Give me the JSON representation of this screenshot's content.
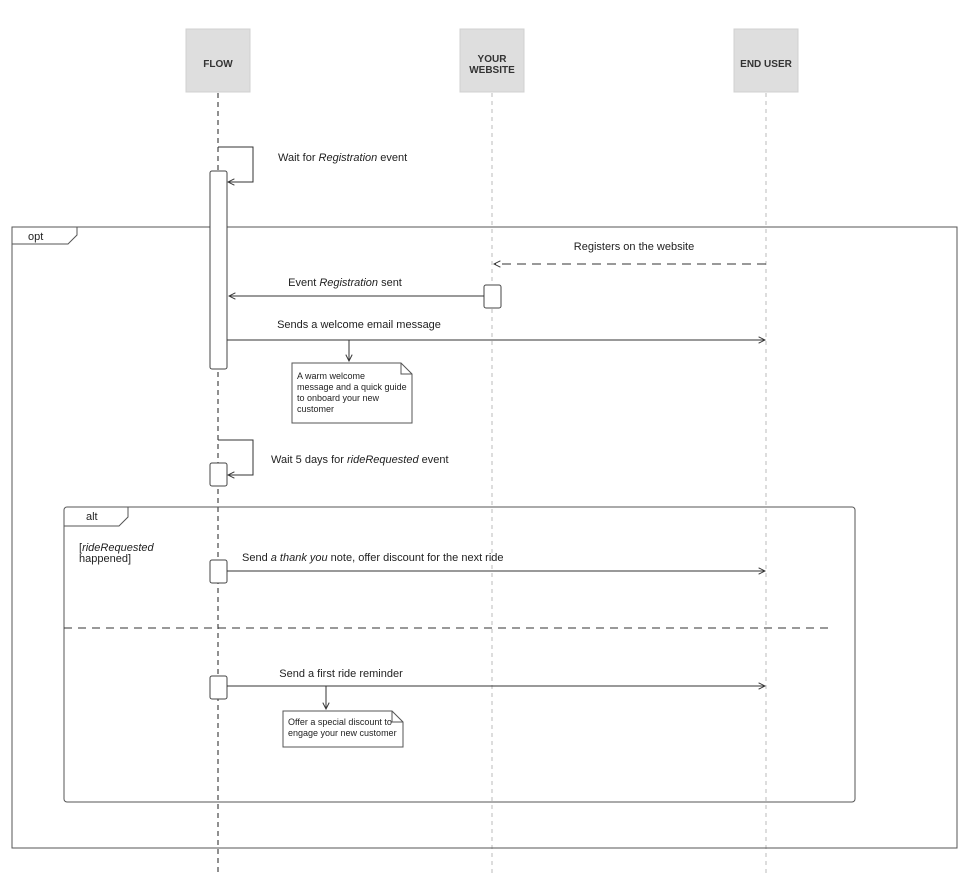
{
  "participants": [
    {
      "id": "flow",
      "lines": [
        "FLOW"
      ]
    },
    {
      "id": "website",
      "lines": [
        "YOUR",
        "WEBSITE"
      ]
    },
    {
      "id": "end_user",
      "lines": [
        "END USER"
      ]
    }
  ],
  "messages": {
    "wait_registration": {
      "pre": "Wait for ",
      "em": "Registration",
      "post": " event"
    },
    "registers": {
      "text": "Registers on the website"
    },
    "event_sent": {
      "pre": "Event ",
      "em": "Registration",
      "post": " sent"
    },
    "welcome": {
      "text": "Sends a welcome email message"
    },
    "wait_ride": {
      "pre": "Wait 5 days for ",
      "em": "rideRequested",
      "post": " event"
    },
    "thank_you": {
      "pre": "Send ",
      "em": "a thank you",
      "post": " note, offer discount for the next ride"
    },
    "reminder": {
      "text": "Send a first ride reminder"
    }
  },
  "notes": {
    "welcome_note": [
      "A warm welcome",
      "message and a quick guide",
      "to onboard your new",
      "customer"
    ],
    "discount_note": [
      "Offer a special discount to",
      "engage your new customer"
    ]
  },
  "frames": {
    "opt": {
      "label": "opt"
    },
    "alt": {
      "label": "alt",
      "guard_line1_em": "rideRequested",
      "guard_line1_pre": "[",
      "guard_line2": "happened]"
    }
  }
}
